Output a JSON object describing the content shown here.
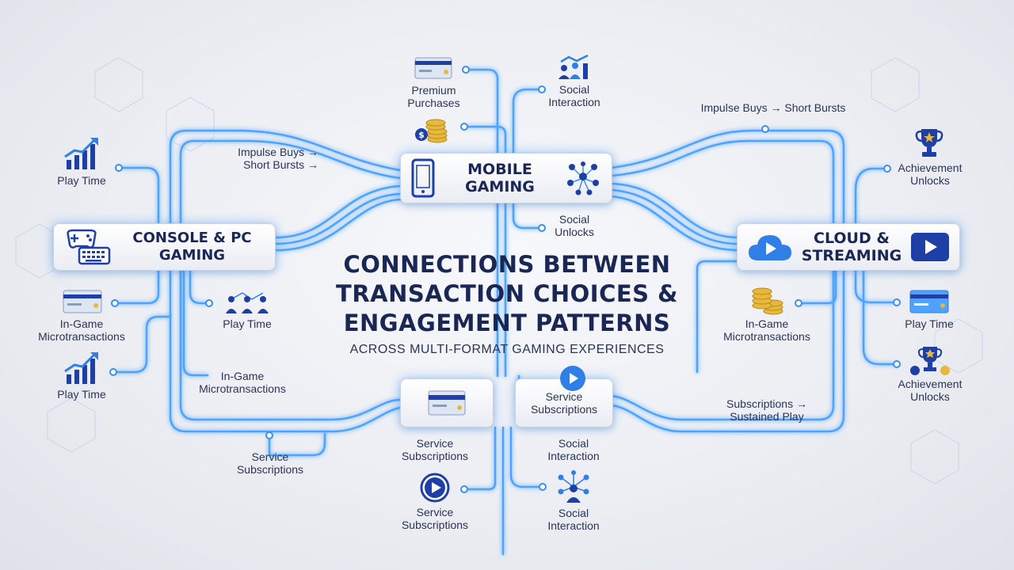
{
  "title": {
    "main_line1": "CONNECTIONS BETWEEN",
    "main_line2": "TRANSACTION CHOICES &",
    "main_line3": "ENGAGEMENT PATTERNS",
    "subtitle": "ACROSS MULTI-FORMAT GAMING EXPERIENCES"
  },
  "hubs": {
    "mobile": {
      "line1": "MOBILE",
      "line2": "GAMING"
    },
    "console": {
      "line1": "CONSOLE & PC",
      "line2": "GAMING"
    },
    "cloud": {
      "line1": "CLOUD &",
      "line2": "STREAMING"
    }
  },
  "labels": {
    "premium_purchases": [
      "Premium",
      "Purchases"
    ],
    "social_interaction_top": [
      "Social",
      "Interaction"
    ],
    "social_unlocks": [
      "Social",
      "Unlocks"
    ],
    "impulse_left": [
      "Impulse Buys →",
      "Short Bursts →"
    ],
    "impulse_right": "Impulse Buys → Short Bursts",
    "play_time_left_top": "Play Time",
    "play_time_left_mid": "Play Time",
    "play_time_left_bottom": "Play Time",
    "microtransactions_left": [
      "In-Game",
      "Microtransactions"
    ],
    "microtransactions_center_left": [
      "In-Game",
      "Microtransactions"
    ],
    "service_subscriptions_left": [
      "Service",
      "Subscriptions"
    ],
    "service_subscriptions_center": [
      "Service",
      "Subscriptions"
    ],
    "service_subscriptions_bottom": [
      "Service",
      "Subscriptions"
    ],
    "service_subscriptions_box": [
      "Service",
      "Subscriptions"
    ],
    "social_interaction_center": [
      "Social",
      "Interaction"
    ],
    "social_interaction_bottom": [
      "Social",
      "Interaction"
    ],
    "achievement_unlocks_top": [
      "Achievement",
      "Unlocks"
    ],
    "achievement_unlocks_bottom": [
      "Achievement",
      "Unlocks"
    ],
    "play_time_right": "Play Time",
    "microtransactions_right": [
      "In-Game",
      "Microtransactions"
    ],
    "subscriptions_sustained": [
      "Subscriptions →",
      "Sustained Play"
    ]
  },
  "colors": {
    "accent": "#3b8fef",
    "navy": "#1a2755",
    "glow": "#6fb6ff"
  }
}
